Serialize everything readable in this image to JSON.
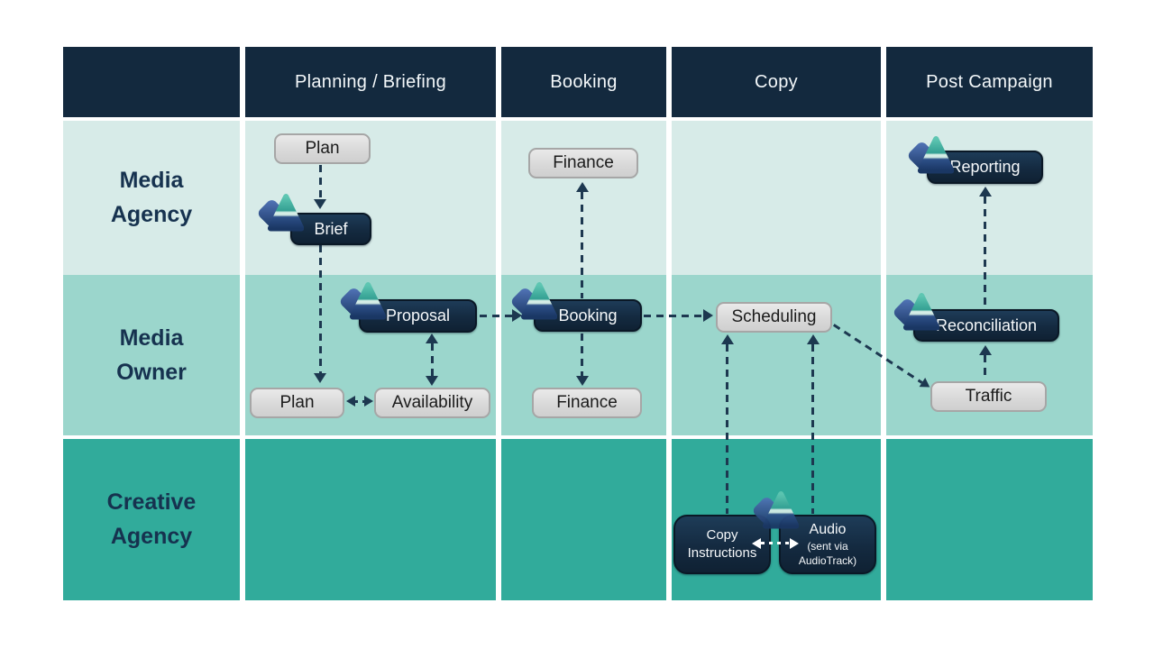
{
  "header": {
    "columns": [
      "Planning / Briefing",
      "Booking",
      "Copy",
      "Post Campaign"
    ]
  },
  "lanes": {
    "media_agency": {
      "line1": "Media",
      "line2": "Agency"
    },
    "media_owner": {
      "line1": "Media",
      "line2": "Owner"
    },
    "creative_agency": {
      "line1": "Creative",
      "line2": "Agency"
    }
  },
  "nodes": {
    "plan_media_agency": {
      "label": "Plan"
    },
    "brief": {
      "label": "Brief"
    },
    "finance_media_agency": {
      "label": "Finance"
    },
    "reporting": {
      "label": "Reporting"
    },
    "proposal": {
      "label": "Proposal"
    },
    "booking": {
      "label": "Booking"
    },
    "scheduling": {
      "label": "Scheduling"
    },
    "reconciliation": {
      "label": "Reconciliation"
    },
    "plan_media_owner": {
      "label": "Plan"
    },
    "availability": {
      "label": "Availability"
    },
    "finance_media_owner": {
      "label": "Finance"
    },
    "traffic": {
      "label": "Traffic"
    },
    "copy_instructions": {
      "line1": "Copy",
      "line2": "Instructions"
    },
    "audio": {
      "line1": "Audio",
      "line2": "(sent via",
      "line3": "AudioTrack)"
    }
  },
  "icons": {
    "logo": "diamond-mountain-logo"
  },
  "colors": {
    "header_bg": "#13293e",
    "lane_media_agency_bg": "#d7ebe8",
    "lane_media_owner_bg": "#9bd6cc",
    "lane_creative_agency_bg": "#31ab9b",
    "dark_node_bg": "#142a40",
    "dark_node_border": "#0a1826",
    "gray_node_bg": "#d9d9d9",
    "gray_node_border": "#a6a6a6",
    "arrow": "#1d3850",
    "lane_label_text": "#16324f",
    "header_text": "#f4f8fa"
  }
}
